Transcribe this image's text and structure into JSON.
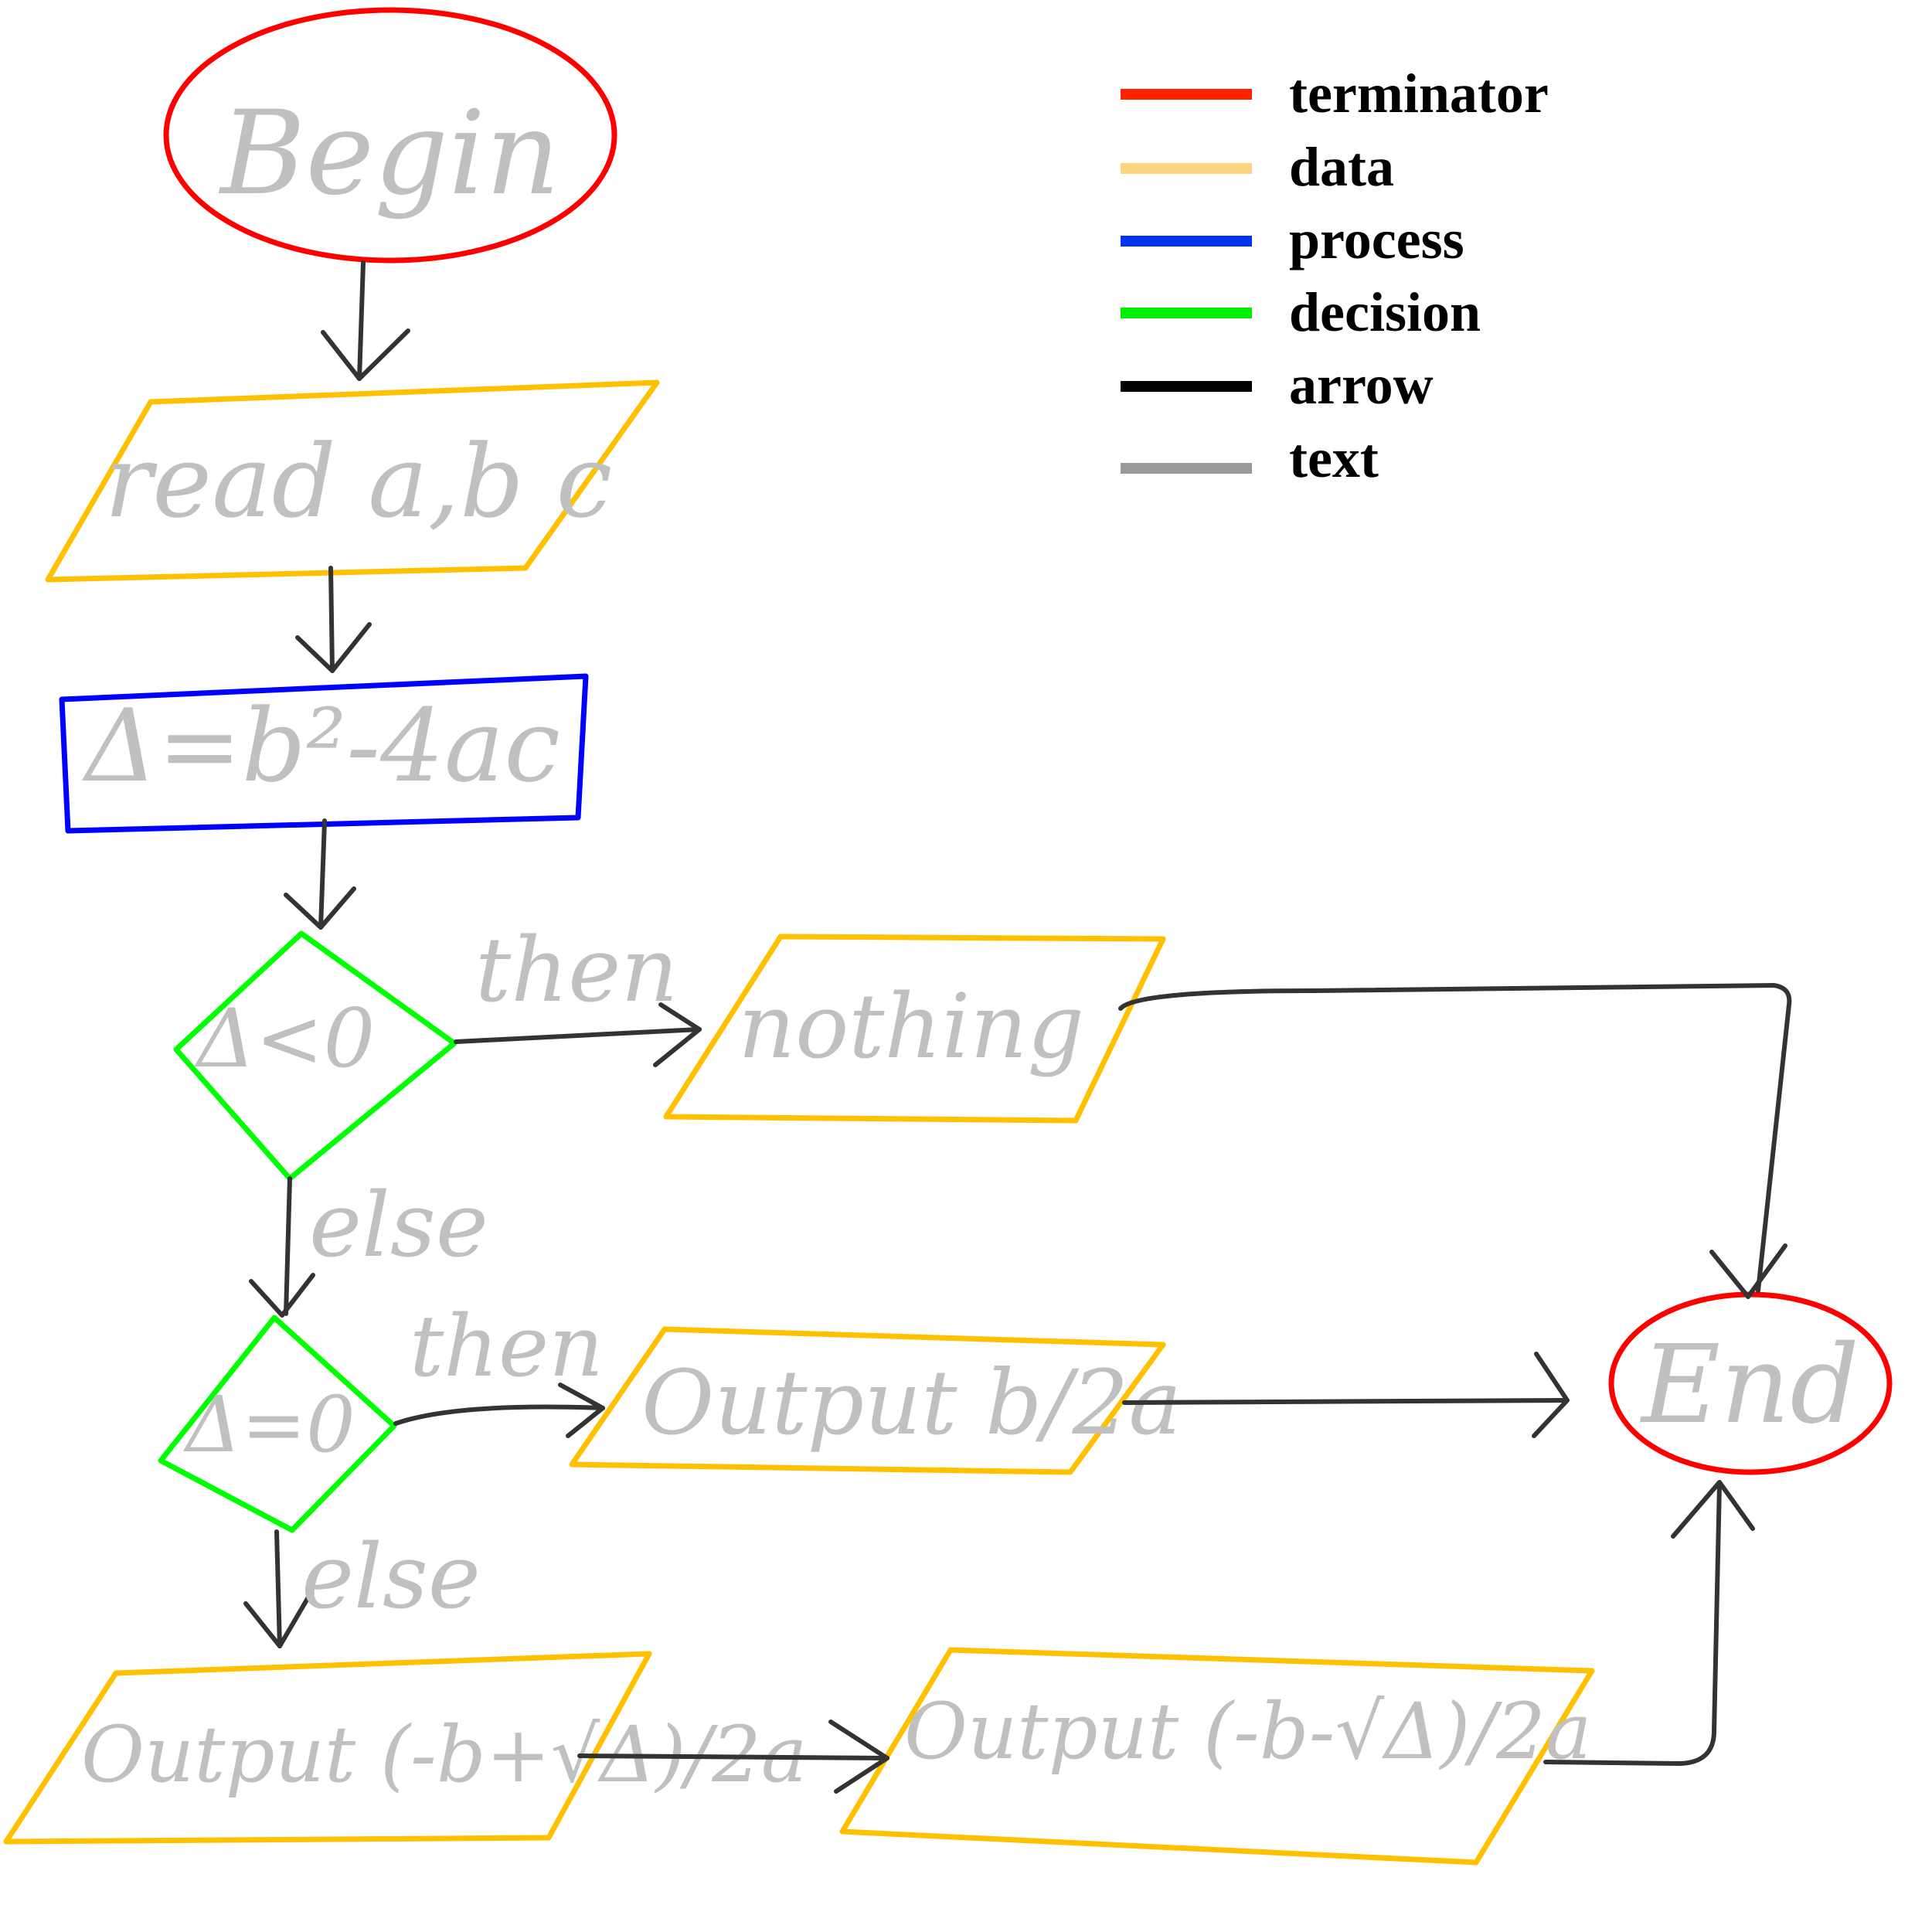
{
  "colors": {
    "terminator": "#ff0000",
    "data": "#ffc000",
    "process": "#0000ff",
    "decision": "#00ff00",
    "arrow": "#333333",
    "text": "#c0c0c0"
  },
  "legend": {
    "items": [
      {
        "label": "terminator",
        "color": "#ff2200"
      },
      {
        "label": "data",
        "color": "#ffd480"
      },
      {
        "label": "process",
        "color": "#0033ee"
      },
      {
        "label": "decision",
        "color": "#00ee00"
      },
      {
        "label": "arrow",
        "color": "#000000"
      },
      {
        "label": "text",
        "color": "#999999"
      }
    ]
  },
  "nodes": {
    "begin": "Begin",
    "read": "read a,b c",
    "compute": "Δ=b²-4ac",
    "cond1": "Δ<0",
    "nothing": "nothing",
    "cond2": "Δ=0",
    "out_single": "Output b/2a",
    "out_plus": "Output (-b+√Δ)/2a",
    "out_minus": "Output (-b-√Δ)/2a",
    "end": "End"
  },
  "edge_labels": {
    "then1": "then",
    "else1": "else",
    "then2": "then",
    "else2": "else"
  }
}
